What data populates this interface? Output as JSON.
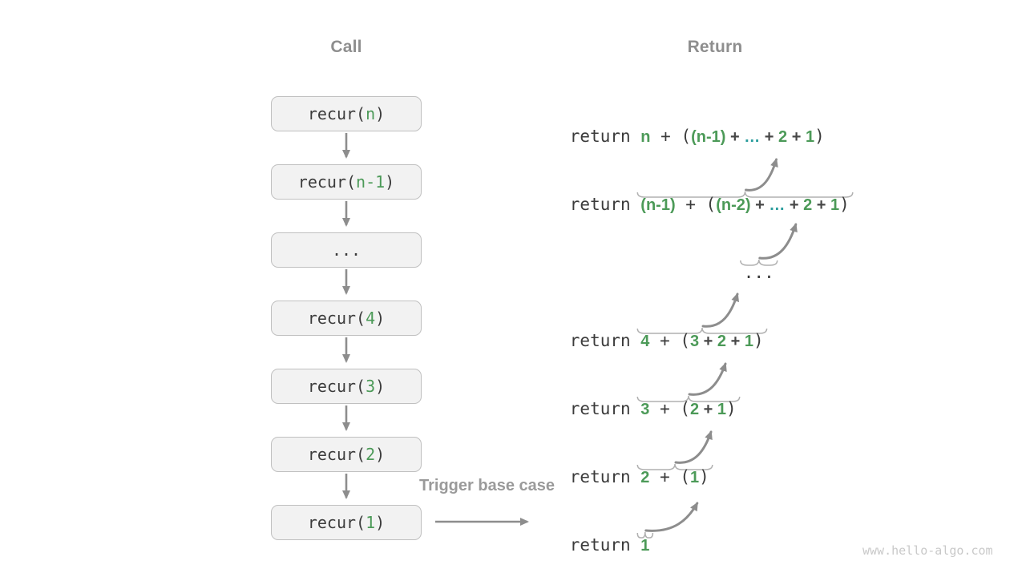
{
  "headers": {
    "call": "Call",
    "return": "Return"
  },
  "labels": {
    "trigger": "Trigger base case"
  },
  "watermark": "www.hello-algo.com",
  "colors": {
    "green": "#4c9a58",
    "teal": "#2a9d9d",
    "dark": "#3b3b3b",
    "gray_text": "#8e8e8e",
    "arrow": "#8d8d8d",
    "brace": "#b0b0b0",
    "box_fill": "#f2f2f2",
    "box_border": "#c0c0c0",
    "watermark": "#c9c9c9"
  },
  "call_boxes": [
    {
      "segments": [
        {
          "text": "recur(",
          "style": "mono"
        },
        {
          "text": "n",
          "style": "green-mono"
        },
        {
          "text": ")",
          "style": "mono"
        }
      ]
    },
    {
      "segments": [
        {
          "text": "recur(",
          "style": "mono"
        },
        {
          "text": "n-1",
          "style": "green-mono"
        },
        {
          "text": ")",
          "style": "mono"
        }
      ]
    },
    {
      "segments": [
        {
          "text": "...",
          "style": "mono"
        }
      ]
    },
    {
      "segments": [
        {
          "text": "recur(",
          "style": "mono"
        },
        {
          "text": "4",
          "style": "green-mono"
        },
        {
          "text": ")",
          "style": "mono"
        }
      ]
    },
    {
      "segments": [
        {
          "text": "recur(",
          "style": "mono"
        },
        {
          "text": "3",
          "style": "green-mono"
        },
        {
          "text": ")",
          "style": "mono"
        }
      ]
    },
    {
      "segments": [
        {
          "text": "recur(",
          "style": "mono"
        },
        {
          "text": "2",
          "style": "green-mono"
        },
        {
          "text": ")",
          "style": "mono"
        }
      ]
    },
    {
      "segments": [
        {
          "text": "recur(",
          "style": "mono"
        },
        {
          "text": "1",
          "style": "green-mono"
        },
        {
          "text": ")",
          "style": "mono"
        }
      ]
    }
  ],
  "return_rows": [
    {
      "head": [
        {
          "text": "return ",
          "style": "mono"
        },
        {
          "text": "n",
          "style": "green-sans"
        },
        {
          "text": " + (",
          "style": "mono"
        },
        {
          "text": "(n-1)",
          "style": "green-sans"
        },
        {
          "text": " + ",
          "style": "dark-sans"
        },
        {
          "text": "…",
          "style": "teal-sans"
        },
        {
          "text": " + ",
          "style": "dark-sans"
        },
        {
          "text": "2",
          "style": "green-sans"
        },
        {
          "text": " + ",
          "style": "dark-sans"
        },
        {
          "text": "1",
          "style": "green-sans"
        },
        {
          "text": ")",
          "style": "mono"
        }
      ],
      "expr": []
    },
    {
      "head": [
        {
          "text": "return ",
          "style": "mono"
        }
      ],
      "expr": [
        {
          "text": "(n-1)",
          "style": "green-sans"
        },
        {
          "text": " + (",
          "style": "mono"
        },
        {
          "text": "(n-2)",
          "style": "green-sans"
        },
        {
          "text": " + ",
          "style": "dark-sans"
        },
        {
          "text": "…",
          "style": "teal-sans"
        },
        {
          "text": " + ",
          "style": "dark-sans"
        },
        {
          "text": "2",
          "style": "green-sans"
        },
        {
          "text": " + ",
          "style": "dark-sans"
        },
        {
          "text": "1",
          "style": "green-sans"
        },
        {
          "text": ")",
          "style": "mono"
        }
      ]
    },
    {
      "head": [],
      "expr": [
        {
          "text": "...",
          "style": "mono"
        }
      ]
    },
    {
      "head": [
        {
          "text": "return ",
          "style": "mono"
        }
      ],
      "expr": [
        {
          "text": "4",
          "style": "green-sans"
        },
        {
          "text": " + (",
          "style": "mono"
        },
        {
          "text": "3",
          "style": "green-sans"
        },
        {
          "text": " + ",
          "style": "dark-sans"
        },
        {
          "text": "2",
          "style": "green-sans"
        },
        {
          "text": " + ",
          "style": "dark-sans"
        },
        {
          "text": "1",
          "style": "green-sans"
        },
        {
          "text": ")",
          "style": "mono"
        }
      ]
    },
    {
      "head": [
        {
          "text": "return ",
          "style": "mono"
        }
      ],
      "expr": [
        {
          "text": "3",
          "style": "green-sans"
        },
        {
          "text": " + (",
          "style": "mono"
        },
        {
          "text": "2",
          "style": "green-sans"
        },
        {
          "text": " + ",
          "style": "dark-sans"
        },
        {
          "text": "1",
          "style": "green-sans"
        },
        {
          "text": ")",
          "style": "mono"
        }
      ]
    },
    {
      "head": [
        {
          "text": "return ",
          "style": "mono"
        }
      ],
      "expr": [
        {
          "text": "2",
          "style": "green-sans"
        },
        {
          "text": " + (",
          "style": "mono"
        },
        {
          "text": "1",
          "style": "green-sans"
        },
        {
          "text": ")",
          "style": "mono"
        }
      ]
    },
    {
      "head": [
        {
          "text": "return ",
          "style": "mono"
        }
      ],
      "expr": [
        {
          "text": "1",
          "style": "green-sans"
        }
      ]
    }
  ]
}
